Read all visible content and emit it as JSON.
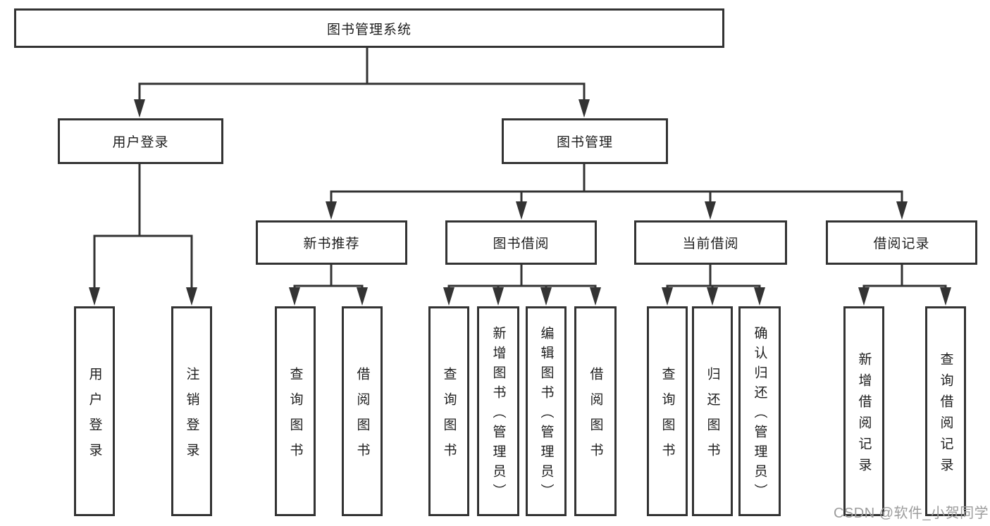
{
  "diagram": {
    "tree": {
      "label": "图书管理系统",
      "children": [
        {
          "label": "用户登录",
          "children": [
            {
              "label": "用户登录"
            },
            {
              "label": "注销登录"
            }
          ]
        },
        {
          "label": "图书管理",
          "children": [
            {
              "label": "新书推荐",
              "children": [
                {
                  "label": "查询图书"
                },
                {
                  "label": "借阅图书"
                }
              ]
            },
            {
              "label": "图书借阅",
              "children": [
                {
                  "label": "查询图书"
                },
                {
                  "label": "新增图书（管理员）"
                },
                {
                  "label": "编辑图书（管理员）"
                },
                {
                  "label": "借阅图书"
                }
              ]
            },
            {
              "label": "当前借阅",
              "children": [
                {
                  "label": "查询图书"
                },
                {
                  "label": "归还图书"
                },
                {
                  "label": "确认归还（管理员）"
                }
              ]
            },
            {
              "label": "借阅记录",
              "children": [
                {
                  "label": "新增借阅记录"
                },
                {
                  "label": "查询借阅记录"
                }
              ]
            }
          ]
        }
      ]
    },
    "watermark": "CSDN @软件_小贺同学",
    "colors": {
      "line": "#333333",
      "text": "#1e1e1e",
      "watermark": "#9c9c9c",
      "background": "#ffffff"
    }
  }
}
